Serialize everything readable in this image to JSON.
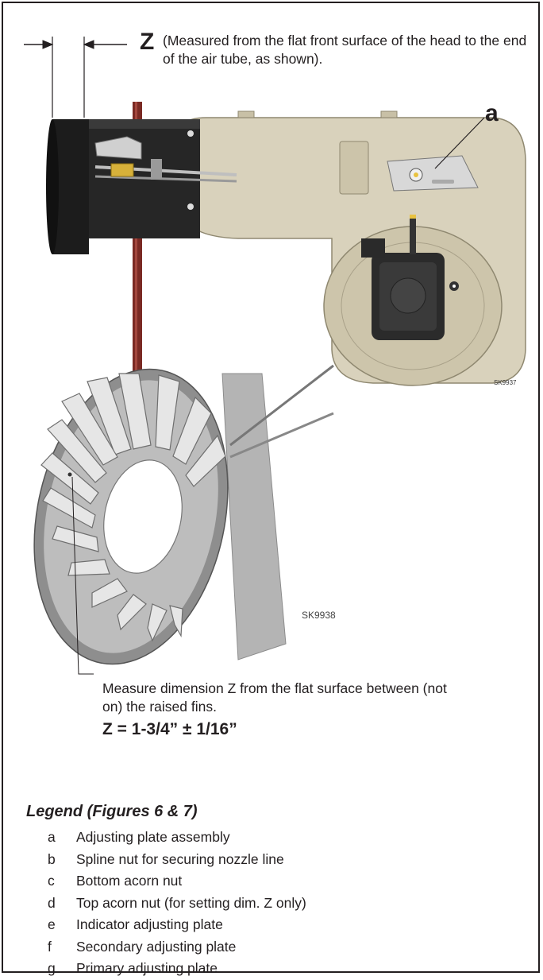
{
  "dimension": {
    "label": "Z",
    "note": "(Measured from the flat front surface of the head to the end of the air tube, as shown)."
  },
  "callout": {
    "label": "a"
  },
  "figures": {
    "burner_code": "SK9937",
    "head_code": "SK9938"
  },
  "measure": {
    "note": "Measure dimension Z from the flat surface between (not on) the raised fins.",
    "formula": "Z = 1-3/4” ± 1/16”"
  },
  "legend": {
    "title": "Legend (Figures 6 & 7)",
    "items": [
      {
        "key": "a",
        "text": "Adjusting plate assembly"
      },
      {
        "key": "b",
        "text": "Spline nut for securing nozzle line"
      },
      {
        "key": "c",
        "text": "Bottom acorn nut"
      },
      {
        "key": "d",
        "text": "Top acorn nut (for setting dim. Z only)"
      },
      {
        "key": "e",
        "text": "Indicator adjusting plate"
      },
      {
        "key": "f",
        "text": "Secondary adjusting plate"
      },
      {
        "key": "g",
        "text": "Primary adjusting plate"
      }
    ]
  },
  "colors": {
    "housing": "#d9d2bc",
    "housing_shade": "#b9b196",
    "head_black": "#1c1c1c",
    "flange_red": "#7a2a24",
    "fin_gray": "#a8a8a8",
    "fin_light": "#e8e8e8"
  }
}
